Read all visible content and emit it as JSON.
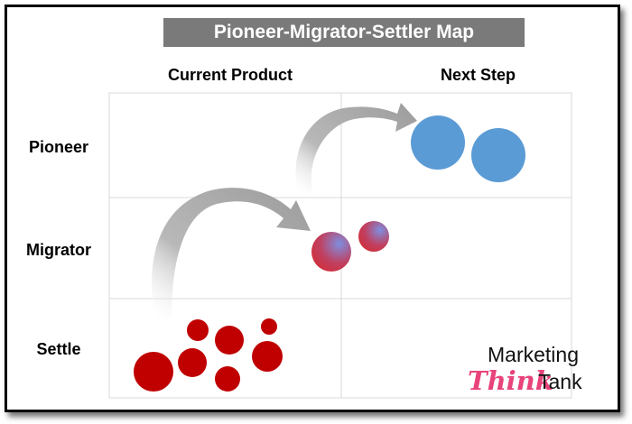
{
  "title": "Pioneer-Migrator-Settler Map",
  "columns": {
    "current_product": "Current Product",
    "next_step": "Next Step"
  },
  "rows": {
    "pioneer": "Pioneer",
    "migrator": "Migrator",
    "settle": "Settle"
  },
  "logo": {
    "marketing": "Marketing",
    "think": "Think",
    "tank": "Tank"
  },
  "colors": {
    "banner": "#7a7a7a",
    "settle_bubble": "#c00000",
    "pioneer_bubble": "#5b9bd5",
    "arrow": "#a6a6a6",
    "brand_pink": "#e8437a"
  }
}
